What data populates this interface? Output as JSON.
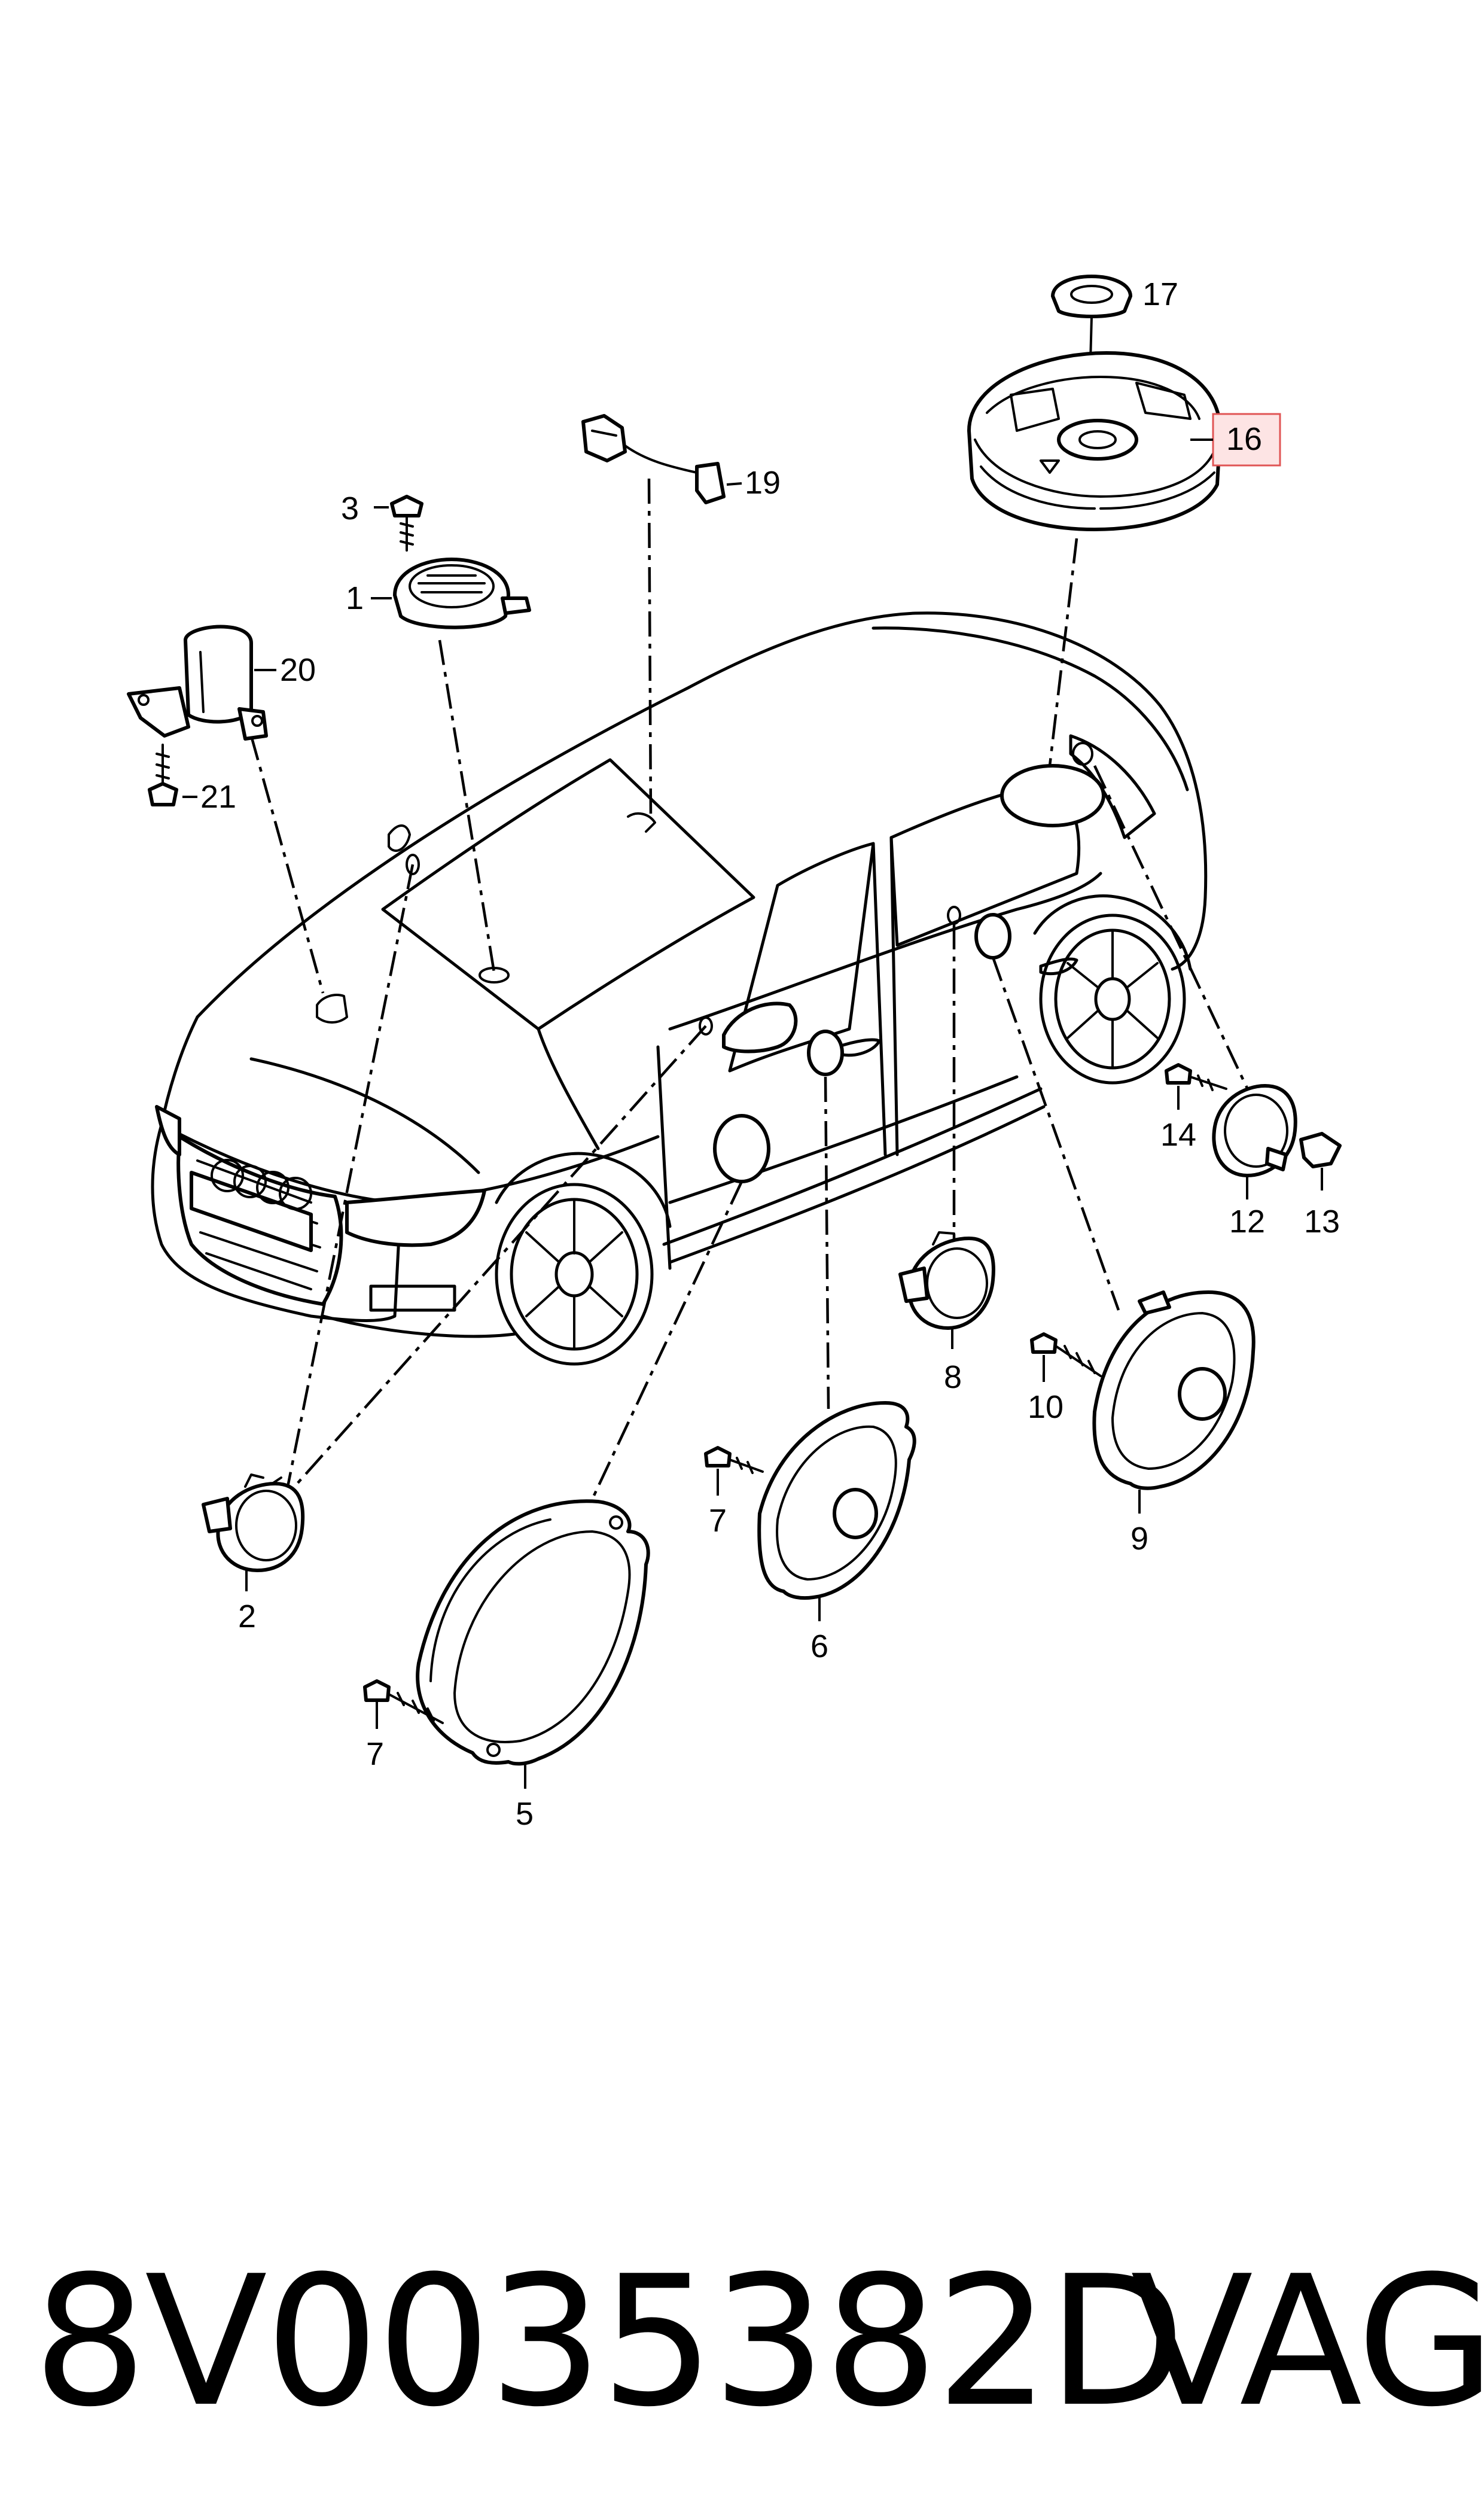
{
  "callouts": {
    "c1": "1",
    "c2": "2",
    "c3": "3",
    "c5": "5",
    "c6": "6",
    "c7a": "7",
    "c7b": "7",
    "c8": "8",
    "c9": "9",
    "c10": "10",
    "c12": "12",
    "c13": "13",
    "c14": "14",
    "c16": "16",
    "c17": "17",
    "c19": "19",
    "c20": "20",
    "c21": "21"
  },
  "highlighted_callout": "16",
  "highlight_color": "#fde4e4",
  "highlight_border_color": "#e05555",
  "footer": {
    "part_number": "8V0035382D",
    "brand": "VAG"
  }
}
